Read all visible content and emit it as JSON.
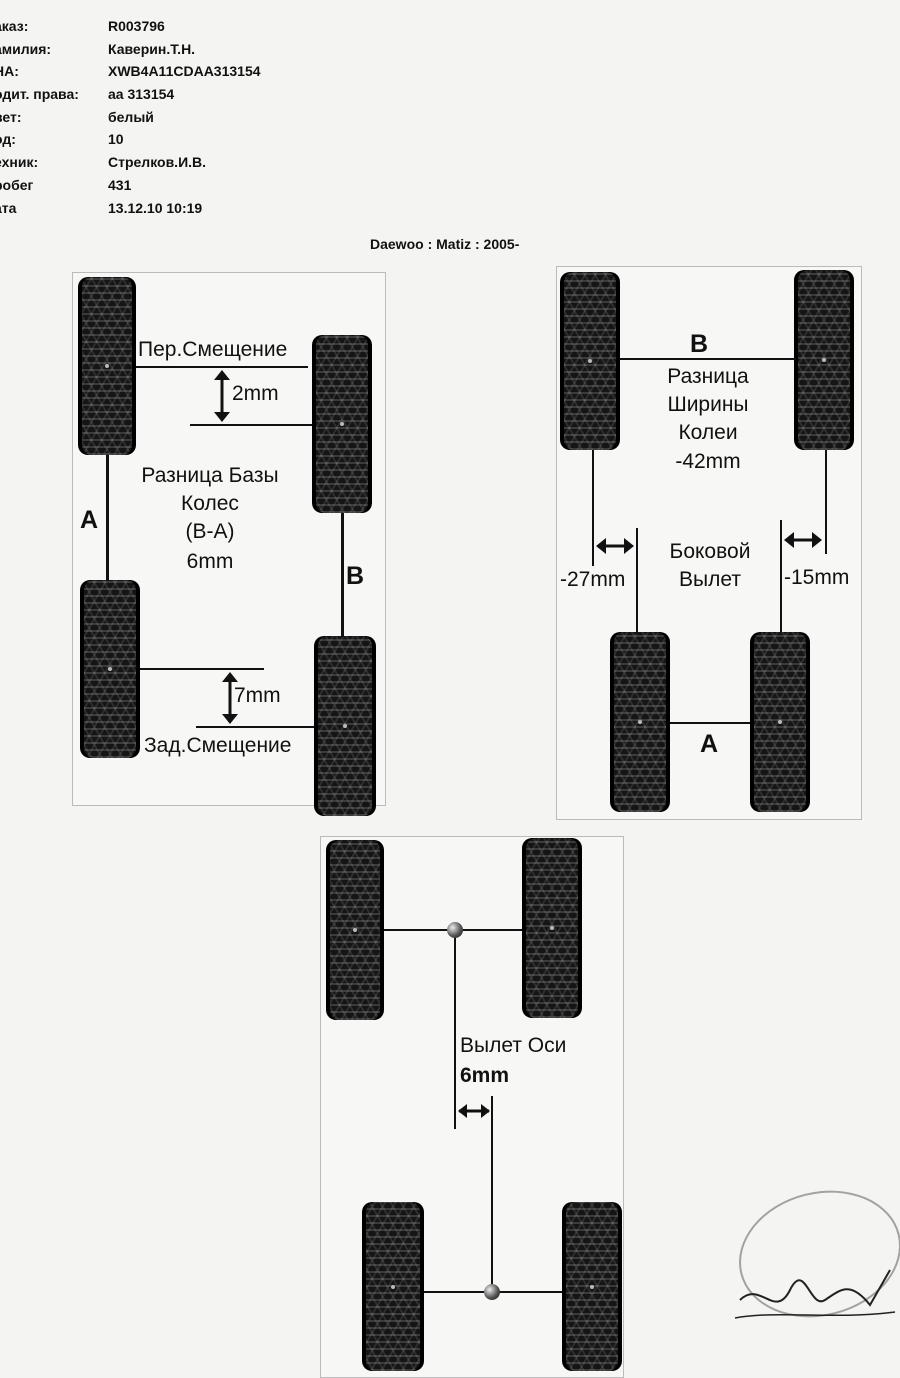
{
  "header": {
    "rows": [
      {
        "label": "аказ:",
        "value": "R003796"
      },
      {
        "label": "амилия:",
        "value": "Каверин.Т.Н."
      },
      {
        "label": "НА:",
        "value": "XWB4A11CDAA313154"
      },
      {
        "label": "одит. права:",
        "value": "аа 313154"
      },
      {
        "label": "вет:",
        "value": "белый"
      },
      {
        "label": "од:",
        "value": "10"
      },
      {
        "label": "ехник:",
        "value": "Стрелков.И.В."
      },
      {
        "label": "робег",
        "value": "431"
      },
      {
        "label": "ата",
        "value": "13.12.10 10:19"
      }
    ]
  },
  "vehicle": "Daewoo : Matiz : 2005-",
  "wheelbase_panel": {
    "front_offset_label": "Пер.Смещение",
    "front_offset_value": "2mm",
    "rear_offset_label": "Зад.Смещение",
    "rear_offset_value": "7mm",
    "diff_line1": "Разница Базы",
    "diff_line2": "Колес",
    "diff_line3": "(В-А)",
    "diff_value": "6mm",
    "left_axle_label": "A",
    "right_axle_label": "B"
  },
  "track_panel": {
    "top_label": "B",
    "bottom_label": "A",
    "diff_line1": "Разница",
    "diff_line2": "Ширины",
    "diff_line3": "Колеи",
    "diff_value": "-42mm",
    "lateral_line1": "Боковой",
    "lateral_line2": "Вылет",
    "left_value": "-27mm",
    "right_value": "-15mm"
  },
  "axle_panel": {
    "label": "Вылет Оси",
    "value": "6mm"
  },
  "colors": {
    "ink": "#111111",
    "paper": "#f4f4f2"
  }
}
